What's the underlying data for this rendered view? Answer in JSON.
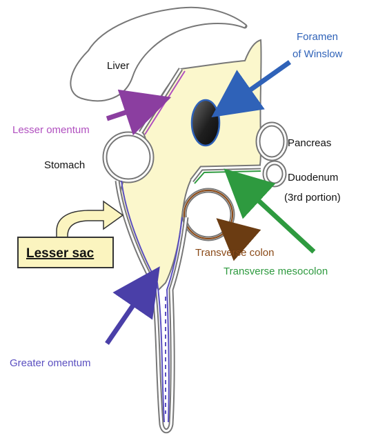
{
  "labels": {
    "liver": "Liver",
    "lesser_omentum": "Lesser omentum",
    "stomach": "Stomach",
    "foramen_line1": "Foramen",
    "foramen_line2": "of Winslow",
    "pancreas": "Pancreas",
    "duodenum_line1": "Duodenum",
    "duodenum_line2": "(3rd portion)",
    "lesser_sac": "Lesser sac",
    "transverse_colon": "Transverse colon",
    "transverse_mesocolon": "Transverse mesocolon",
    "greater_omentum": "Greater omentum"
  },
  "colors": {
    "outline": "#777777",
    "sac_fill": "#fbf7cc",
    "lesser_omentum": "#b04fbf",
    "greater_omentum": "#5a4fc0",
    "foramen": "#2f62b8",
    "pancreas_text": "#111111",
    "mesocolon": "#2e9a3f",
    "colon": "#8a4a18",
    "callout_fill": "#fbf4bf"
  }
}
